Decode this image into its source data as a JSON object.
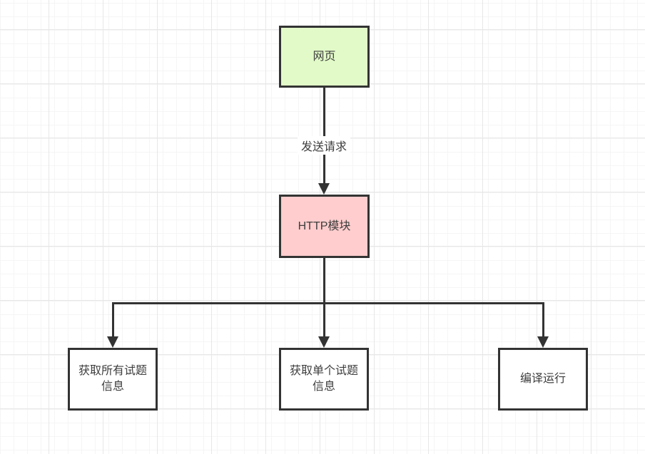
{
  "diagram": {
    "nodes": {
      "web": {
        "label": "网页",
        "fill": "#e2fac8"
      },
      "http": {
        "label": "HTTP模块",
        "fill": "#ffcdcd"
      },
      "get_all": {
        "label": "获取所有试题\n信息",
        "fill": "#ffffff"
      },
      "get_one": {
        "label": "获取单个试题\n信息",
        "fill": "#ffffff"
      },
      "compile": {
        "label": "编译运行",
        "fill": "#ffffff"
      }
    },
    "edges": {
      "web_to_http_label": "发送请求"
    },
    "colors": {
      "stroke": "#333333",
      "text": "#3d3d3d",
      "grid_minor": "#f5f5f5",
      "grid_major": "#e7e7e7",
      "canvas_bg": "#ffffff"
    }
  }
}
